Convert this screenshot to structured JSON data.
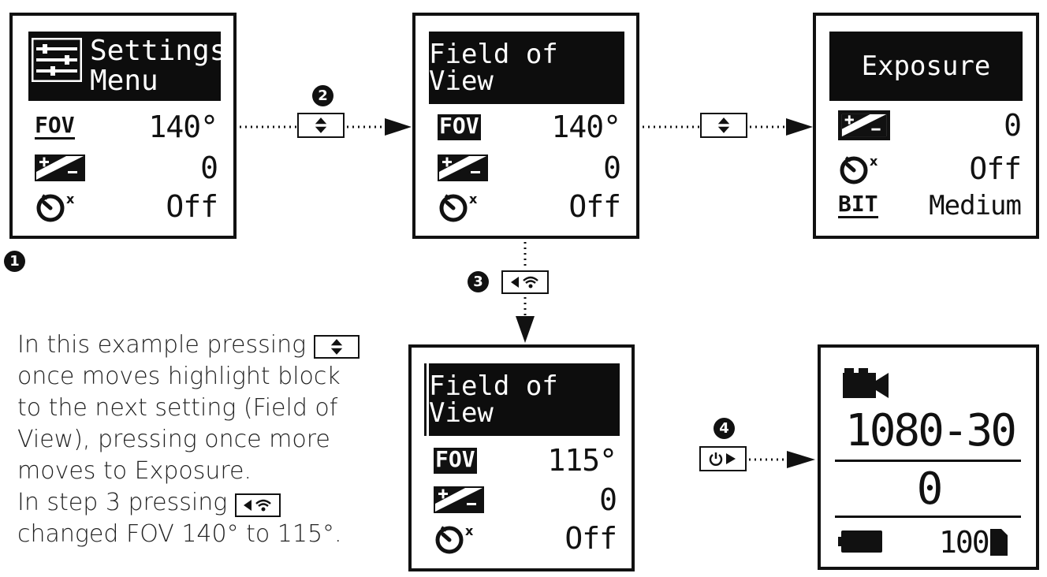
{
  "screens": {
    "settings_menu": {
      "title_line1": "Settings",
      "title_line2": "Menu",
      "fov_label": "FOV",
      "fov_value": "140°",
      "exposure_value": "0",
      "timer_value": "Off"
    },
    "field_of_view_1": {
      "title": "Field of View",
      "fov_label": "FOV",
      "fov_value": "140°",
      "exposure_value": "0",
      "timer_value": "Off"
    },
    "exposure": {
      "title": "Exposure",
      "exposure_value": "0",
      "timer_value": "Off",
      "bit_label": "BIT",
      "bit_value": "Medium"
    },
    "field_of_view_2": {
      "title": "Field of View",
      "fov_label": "FOV",
      "fov_value": "115°",
      "exposure_value": "0",
      "timer_value": "Off"
    },
    "video_mode": {
      "resolution": "1080-30",
      "value": "0",
      "battery_percent": "100"
    }
  },
  "steps": [
    "1",
    "2",
    "3",
    "4"
  ],
  "description": {
    "line1_a": "In this example pressing",
    "line2": "once moves highlight block",
    "line3": "to the next setting (Field of",
    "line4": "View), pressing once more",
    "line5": "moves to Exposure.",
    "line6_a": "In step 3 pressing",
    "line7": "changed FOV 140° to 115°."
  },
  "icons": {
    "settings": "settings-sliders-icon",
    "exposure": "exposure-icon",
    "timer": "self-timer-icon",
    "updown": "up-down-arrow-icon",
    "wifi": "left-wifi-icon",
    "power": "power-play-icon",
    "camera": "video-camera-icon",
    "battery": "battery-icon"
  }
}
